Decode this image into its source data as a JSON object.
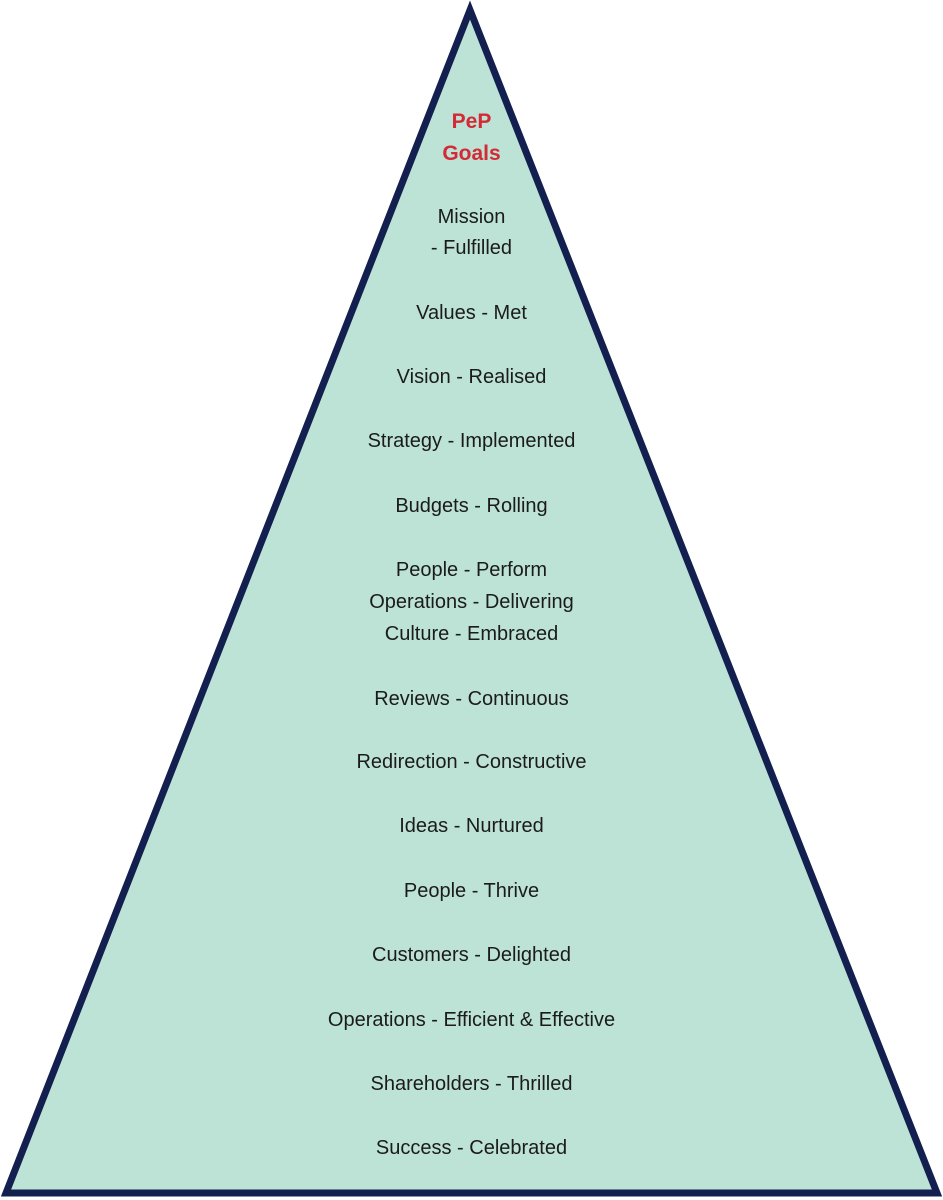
{
  "colors": {
    "fill": "#bde2d6",
    "stroke": "#13204f",
    "text": "#1b1b1b",
    "title": "#d42a35"
  },
  "title_lines": [
    "PeP",
    "Goals"
  ],
  "levels": [
    [
      "Mission",
      "- Fulfilled"
    ],
    [
      "Values - Met"
    ],
    [
      "Vision - Realised"
    ],
    [
      "Strategy - Implemented"
    ],
    [
      "Budgets - Rolling"
    ],
    [
      "People - Perform",
      "Operations - Delivering",
      "Culture - Embraced"
    ],
    [
      "Reviews - Continuous"
    ],
    [
      "Redirection - Constructive"
    ],
    [
      "Ideas - Nurtured"
    ],
    [
      "People - Thrive"
    ],
    [
      "Customers - Delighted"
    ],
    [
      "Operations - Efficient & Effective"
    ],
    [
      "Shareholders - Thrilled"
    ],
    [
      "Success - Celebrated"
    ]
  ]
}
